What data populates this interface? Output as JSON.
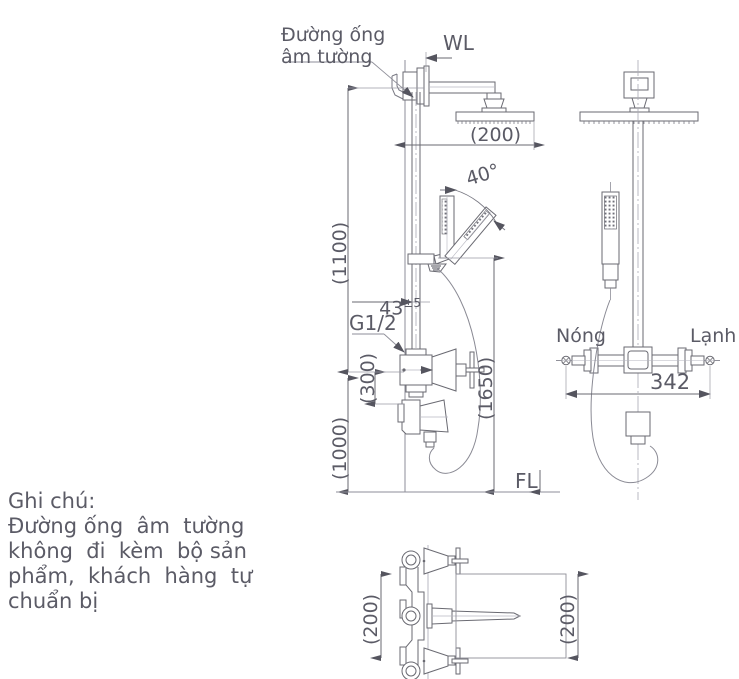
{
  "drawing": {
    "title": "Ban ve ky thuat sen tam",
    "line_color": "#6a6a72",
    "thin_color": "#9a9aa4",
    "text_color": "#5b5b66",
    "background": "#ffffff"
  },
  "callouts": {
    "wall_pipe_line1": "Đường ống",
    "wall_pipe_line2": "âm tường",
    "wall_line": "WL",
    "floor_line": "FL",
    "thread_size": "G1/2",
    "hot_label": "Nóng",
    "cold_label": "Lạnh"
  },
  "dimensions": {
    "rain_head_projection": "(200)",
    "overall_top_height": "(1100)",
    "wall_offset": "43",
    "wall_offset_tolerance": "±5",
    "mixer_to_outlet": "(300)",
    "mixer_height": "(1000)",
    "total_height": "(1650)",
    "spread_width": "342",
    "angle": "40°",
    "plan_left_depth": "(200)",
    "plan_right_depth": "(200)"
  },
  "note": {
    "heading": "Ghi chú:",
    "line1": "Đường ống  âm  tường",
    "line2": "không  đi  kèm  bộ sản",
    "line3": "phẩm,  khách  hàng  tự",
    "line4": "chuẩn bị"
  },
  "views": {
    "side_view": "side-elevation",
    "front_view": "front-elevation",
    "plan_view": "plan-section"
  }
}
